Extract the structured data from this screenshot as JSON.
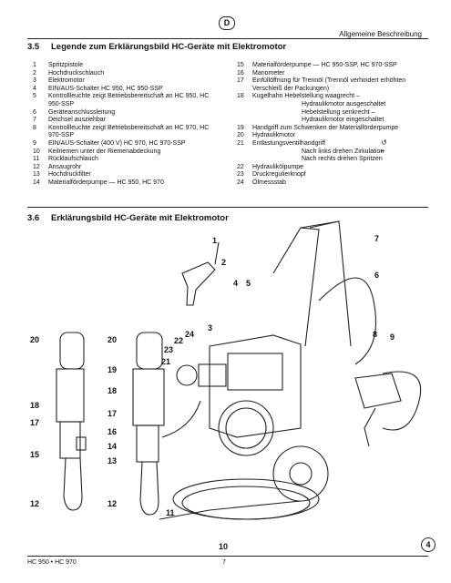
{
  "header": {
    "lang_badge": "D",
    "section_right": "Allgemeine Beschreibung"
  },
  "section_35": {
    "number": "3.5",
    "title": "Legende zum Erklärungsbild HC-Geräte mit Elektromotor",
    "left_items": [
      {
        "n": "1",
        "t": "Spritzpistole"
      },
      {
        "n": "2",
        "t": "Hochdruckschlauch"
      },
      {
        "n": "3",
        "t": "Elektromotor"
      },
      {
        "n": "4",
        "t": "EIN/AUS-Schalter HC 950, HC 950-SSP"
      },
      {
        "n": "5",
        "t": "Kontrollleuchte zeigt Betriebsbereitschaft an HC 950, HC 950-SSP"
      },
      {
        "n": "6",
        "t": "Geräteanschlussleitung"
      },
      {
        "n": "7",
        "t": "Deichsel ausziehbar"
      },
      {
        "n": "8",
        "t": "Kontrollleuchte zeigt Betriebsbereitschaft an HC 970, HC 970-SSP"
      },
      {
        "n": "9",
        "t": "EIN/AUS-Schalter (400 V) HC 970, HC 970-SSP"
      },
      {
        "n": "10",
        "t": "Keilriemen unter der Riemenabdeckung"
      },
      {
        "n": "11",
        "t": "Rücklaufschlauch"
      },
      {
        "n": "12",
        "t": "Ansaugrohr"
      },
      {
        "n": "13",
        "t": "Hochdruckfilter"
      },
      {
        "n": "14",
        "t": "Materialförderpumpe — HC 950, HC 970"
      }
    ],
    "right_items": [
      {
        "n": "15",
        "t": "Materialförderpumpe — HC 950-SSP, HC 970-SSP"
      },
      {
        "n": "16",
        "t": "Manometer"
      },
      {
        "n": "17",
        "t": "Einfüllöffnung für Trennöl (Trennöl verhindert erhöhten Verschleiß der Packungen)"
      },
      {
        "n": "18",
        "t": "Kugelhahn       Hebelstellung waagrecht –"
      },
      {
        "n": "",
        "t": "Hydraulikmotor ausgeschaltet",
        "sub": true
      },
      {
        "n": "",
        "t": "Hebelstellung senkrecht –",
        "sub": true
      },
      {
        "n": "",
        "t": "Hydraulikmotor eingeschaltet",
        "sub": true
      },
      {
        "n": "19",
        "t": "Handgriff zum Schwenken der Materialförderpumpe"
      },
      {
        "n": "20",
        "t": "Hydraulikmotor"
      },
      {
        "n": "21",
        "t": "Entlastungsventilhandgriff"
      },
      {
        "n": "",
        "t": "Nach links drehen Zirkulation",
        "sub": true
      },
      {
        "n": "",
        "t": "Nach rechts drehen Spritzen",
        "sub": true
      },
      {
        "n": "22",
        "t": "Hydrauliköl­pumpe"
      },
      {
        "n": "23",
        "t": "Druckregulierknopf"
      },
      {
        "n": "24",
        "t": "Ölmessstab"
      }
    ]
  },
  "section_36": {
    "number": "3.6",
    "title": "Erklärungsbild HC-Geräte mit Elektromotor"
  },
  "callouts": [
    "1",
    "2",
    "4",
    "5",
    "7",
    "6",
    "3",
    "20",
    "20",
    "24",
    "22",
    "23",
    "21",
    "8",
    "9",
    "19",
    "18",
    "18",
    "17",
    "17",
    "16",
    "15",
    "14",
    "13",
    "12",
    "12",
    "11",
    "10"
  ],
  "figure_number": "4",
  "footer": {
    "left": "HC 950 • HC 970",
    "page": "7"
  }
}
